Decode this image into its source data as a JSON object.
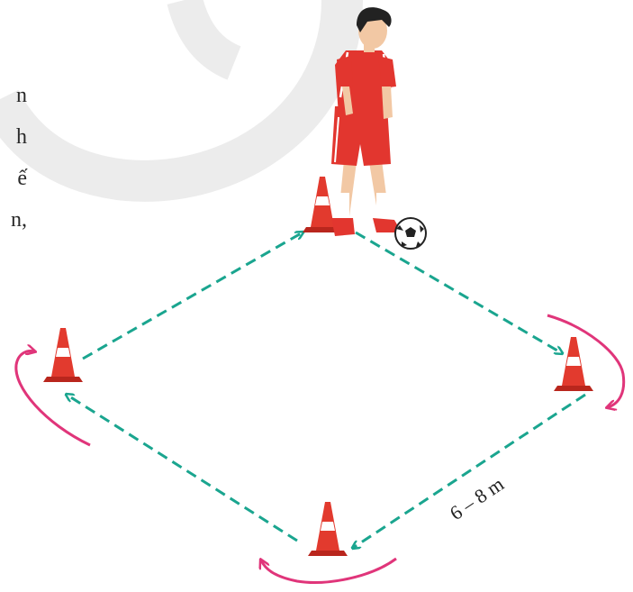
{
  "page_fragments": [
    "n",
    "h",
    "ế",
    "n,"
  ],
  "measurement_label": "6 – 8 m",
  "colors": {
    "path_dashed": "#1aa58f",
    "turn_arrow": "#e0357a",
    "cone_red": "#e23a2e",
    "cone_stripe": "#ffffff",
    "jersey_red": "#e2362f",
    "watermark": "#ececec"
  },
  "figure": {
    "player": "football-player-icon",
    "ball": "soccer-ball-icon",
    "cones": [
      "cone-top",
      "cone-left",
      "cone-right",
      "cone-bottom"
    ]
  }
}
